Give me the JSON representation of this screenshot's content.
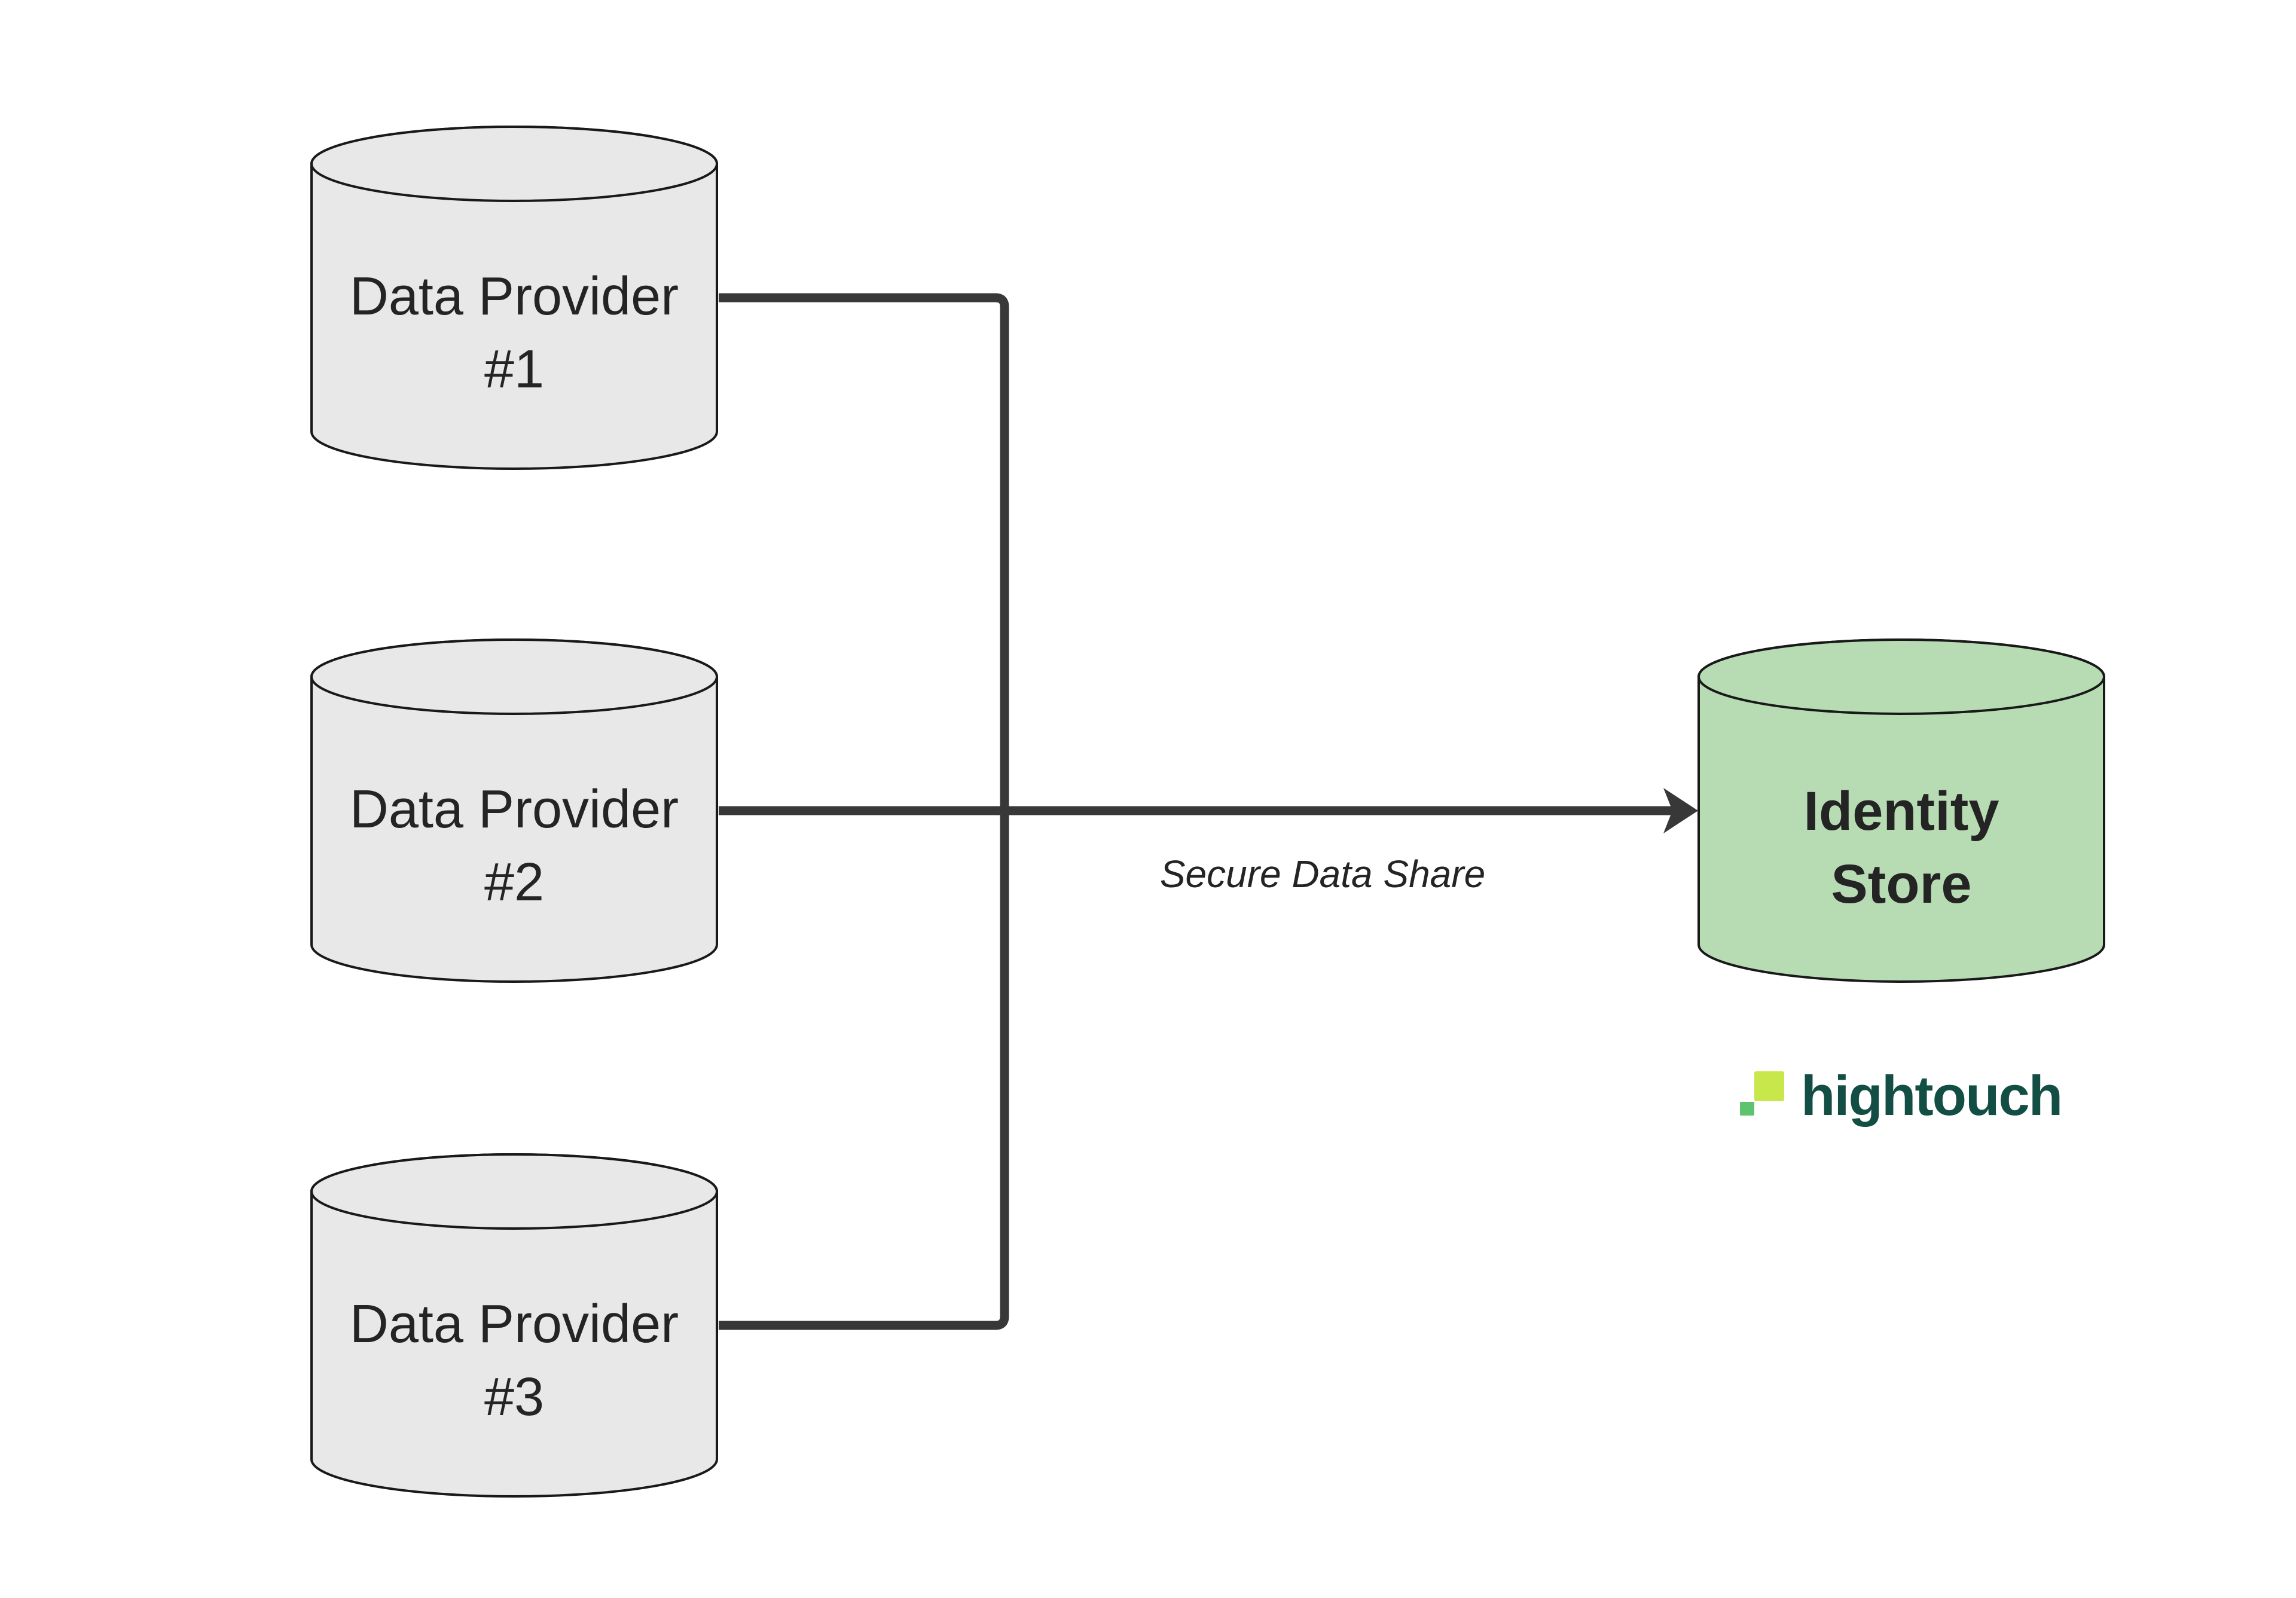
{
  "colors": {
    "canvas_bg": "#ffffff",
    "node_fill_gray": "#e8e8e8",
    "node_fill_green": "#b7dcb4",
    "node_stroke": "#191919",
    "connector": "#383838",
    "label_text": "#242424",
    "logo_teal": "#134e44",
    "logo_lime": "#c7e74b",
    "logo_green": "#5ec26e"
  },
  "nodes": {
    "provider1": {
      "shape": "database-cylinder",
      "line1": "Data Provider",
      "line2": "#1"
    },
    "provider2": {
      "shape": "database-cylinder",
      "line1": "Data Provider",
      "line2": "#2"
    },
    "provider3": {
      "shape": "database-cylinder",
      "line1": "Data Provider",
      "line2": "#3"
    },
    "identity_store": {
      "shape": "database-cylinder",
      "line1": "Identity",
      "line2": "Store"
    }
  },
  "edge": {
    "label": "Secure Data Share"
  },
  "logo": {
    "wordmark": "hightouch"
  }
}
